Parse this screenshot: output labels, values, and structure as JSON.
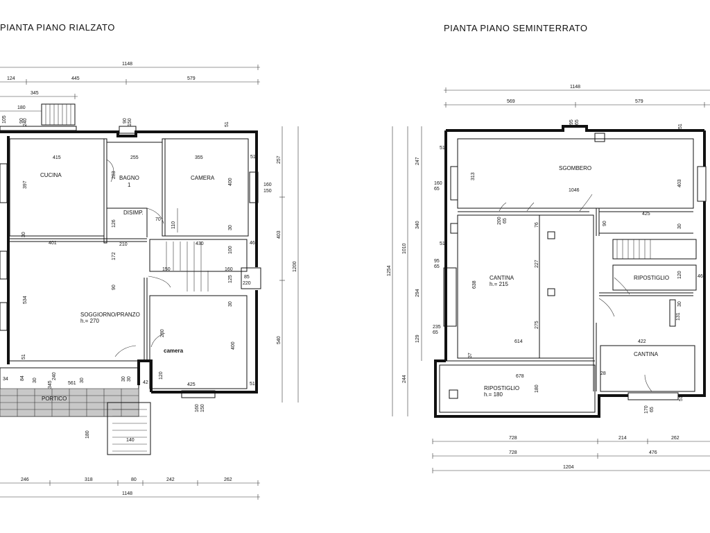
{
  "titles": {
    "left": "PIANTA  PIANO  RIALZATO",
    "right": "PIANTA  PIANO  SEMINTERRATO"
  },
  "left_plan": {
    "rooms": {
      "cucina": "CUCINA",
      "bagno": "BAGNO",
      "bagno_num": "1",
      "camera_top": "CAMERA",
      "disimp": "DISIMP.",
      "soggiorno": "SOGGIORNO/PRANZO",
      "soggiorno_h": "h.= 270",
      "camera_bottom": "camera",
      "portico": "PORTICO"
    },
    "dims": {
      "top_total": "1148",
      "top_a": "124",
      "top_b": "445",
      "top_c": "579",
      "top_d": "345",
      "top_e": "180",
      "d105": "105",
      "d240": "240",
      "d90a": "90",
      "d90b": "90",
      "d150a": "150",
      "d51a": "51",
      "d415": "415",
      "d255": "255",
      "d355": "355",
      "d51b": "51",
      "d397": "397",
      "d283": "283",
      "d400a": "400",
      "d160a": "160",
      "d150b": "150",
      "d126": "126",
      "d70": "70",
      "d110": "110",
      "d30a": "30",
      "d30b": "30",
      "d401": "401",
      "d210": "210",
      "d430": "430",
      "d46": "46",
      "d172": "172",
      "d100": "100",
      "d150c": "150",
      "d160b": "160",
      "d125": "125",
      "d85": "85",
      "d220": "220",
      "d534": "534",
      "d90c": "90",
      "d30c": "30",
      "d280": "280",
      "d400b": "400",
      "d51c": "51",
      "d120": "120",
      "d425": "425",
      "d51d": "51",
      "d42": "42",
      "d30d": "30",
      "d30e": "30",
      "d160c": "160",
      "d150d": "150",
      "d180": "180",
      "d140": "140",
      "right_257": "257",
      "right_403": "403",
      "right_540": "540",
      "right_1200": "1200",
      "bot_a": "246",
      "bot_b": "318",
      "bot_c": "80",
      "bot_d": "242",
      "bot_e": "262",
      "bot_total": "1148",
      "p34": "34",
      "p84": "84",
      "p240": "240",
      "p561": "561",
      "p30a": "30",
      "p30b": "30",
      "p345": "345"
    }
  },
  "right_plan": {
    "rooms": {
      "sgombero": "SGOMBERO",
      "cantina_left": "CANTINA",
      "cantina_left_h": "h.= 215",
      "ripostiglio_right": "RIPOSTIGLIO",
      "cantina_right": "CANTINA",
      "ripostiglio_bottom": "RIPOSTIGLIO",
      "ripostiglio_bottom_h": "h.= 180"
    },
    "dims": {
      "top_total": "1148",
      "top_a": "569",
      "top_b": "579",
      "d95": "95",
      "d65a": "65",
      "d51a": "51",
      "d51b": "51",
      "d247": "247",
      "d313": "313",
      "d403": "403",
      "d160": "160",
      "d65b": "65",
      "d1046": "1046",
      "d340": "340",
      "d200": "200",
      "d65c": "65",
      "d76": "76",
      "d90": "90",
      "d425": "425",
      "d30a": "30",
      "d51c": "51",
      "d95b": "95",
      "d65d": "65",
      "d227": "227",
      "d638": "638",
      "d294": "294",
      "d120": "120",
      "d46": "46",
      "d30b": "30",
      "d131": "131",
      "d275": "275",
      "d235": "235",
      "d65e": "65",
      "d129": "129",
      "d614": "614",
      "d422": "422",
      "d37": "37",
      "d28": "28",
      "d678": "678",
      "d180": "180",
      "d170": "170",
      "d65f": "65",
      "d51d": "51",
      "left_1010": "1010",
      "left_1254": "1254",
      "left_244": "244",
      "bot1_a": "728",
      "bot1_b": "214",
      "bot1_c": "262",
      "bot2_a": "728",
      "bot2_b": "476",
      "bot3": "1204"
    }
  }
}
